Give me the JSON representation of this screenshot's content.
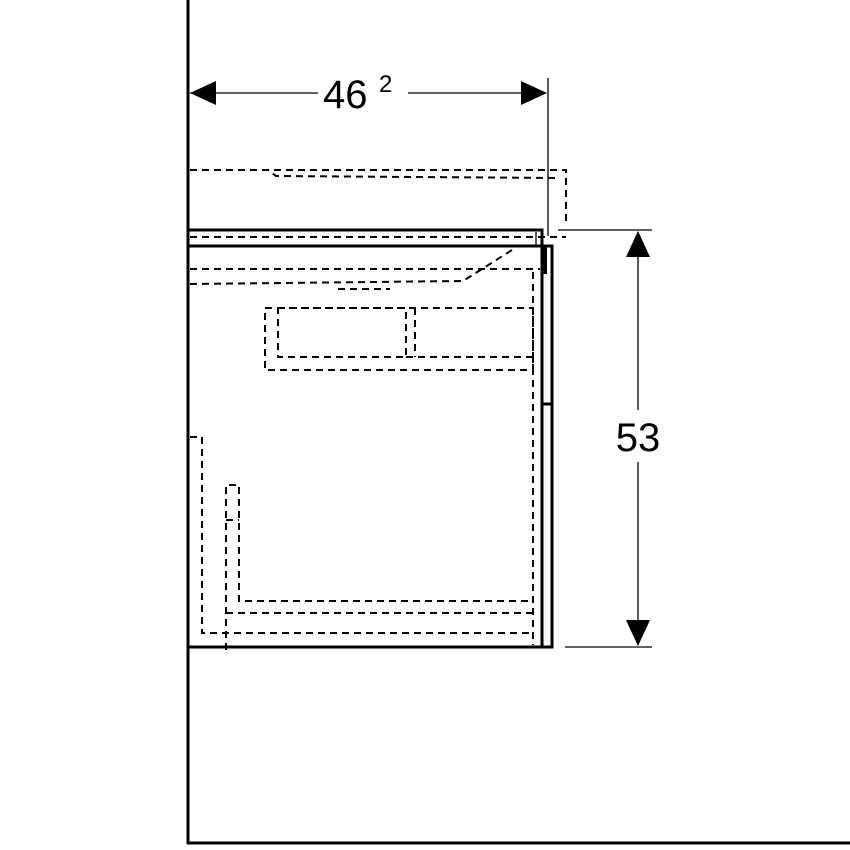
{
  "drawing": {
    "width_dimension": {
      "main": "46",
      "superscript": "2"
    },
    "height_dimension": {
      "value": "53"
    },
    "line_color": "#000000",
    "background": "#ffffff"
  }
}
